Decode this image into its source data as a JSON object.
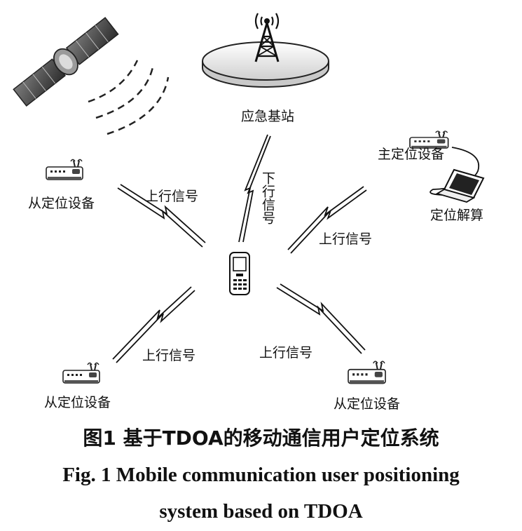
{
  "labels": {
    "base_station": "应急基站",
    "downlink": "下行信号",
    "uplink": "上行信号",
    "master_device": "主定位设备",
    "slave_device": "从定位设备",
    "solver": "定位解算"
  },
  "caption": {
    "cn": "图1  基于TDOA的移动通信用户定位系统",
    "en_line1": "Fig. 1  Mobile communication user positioning",
    "en_line2": "system based on TDOA"
  }
}
